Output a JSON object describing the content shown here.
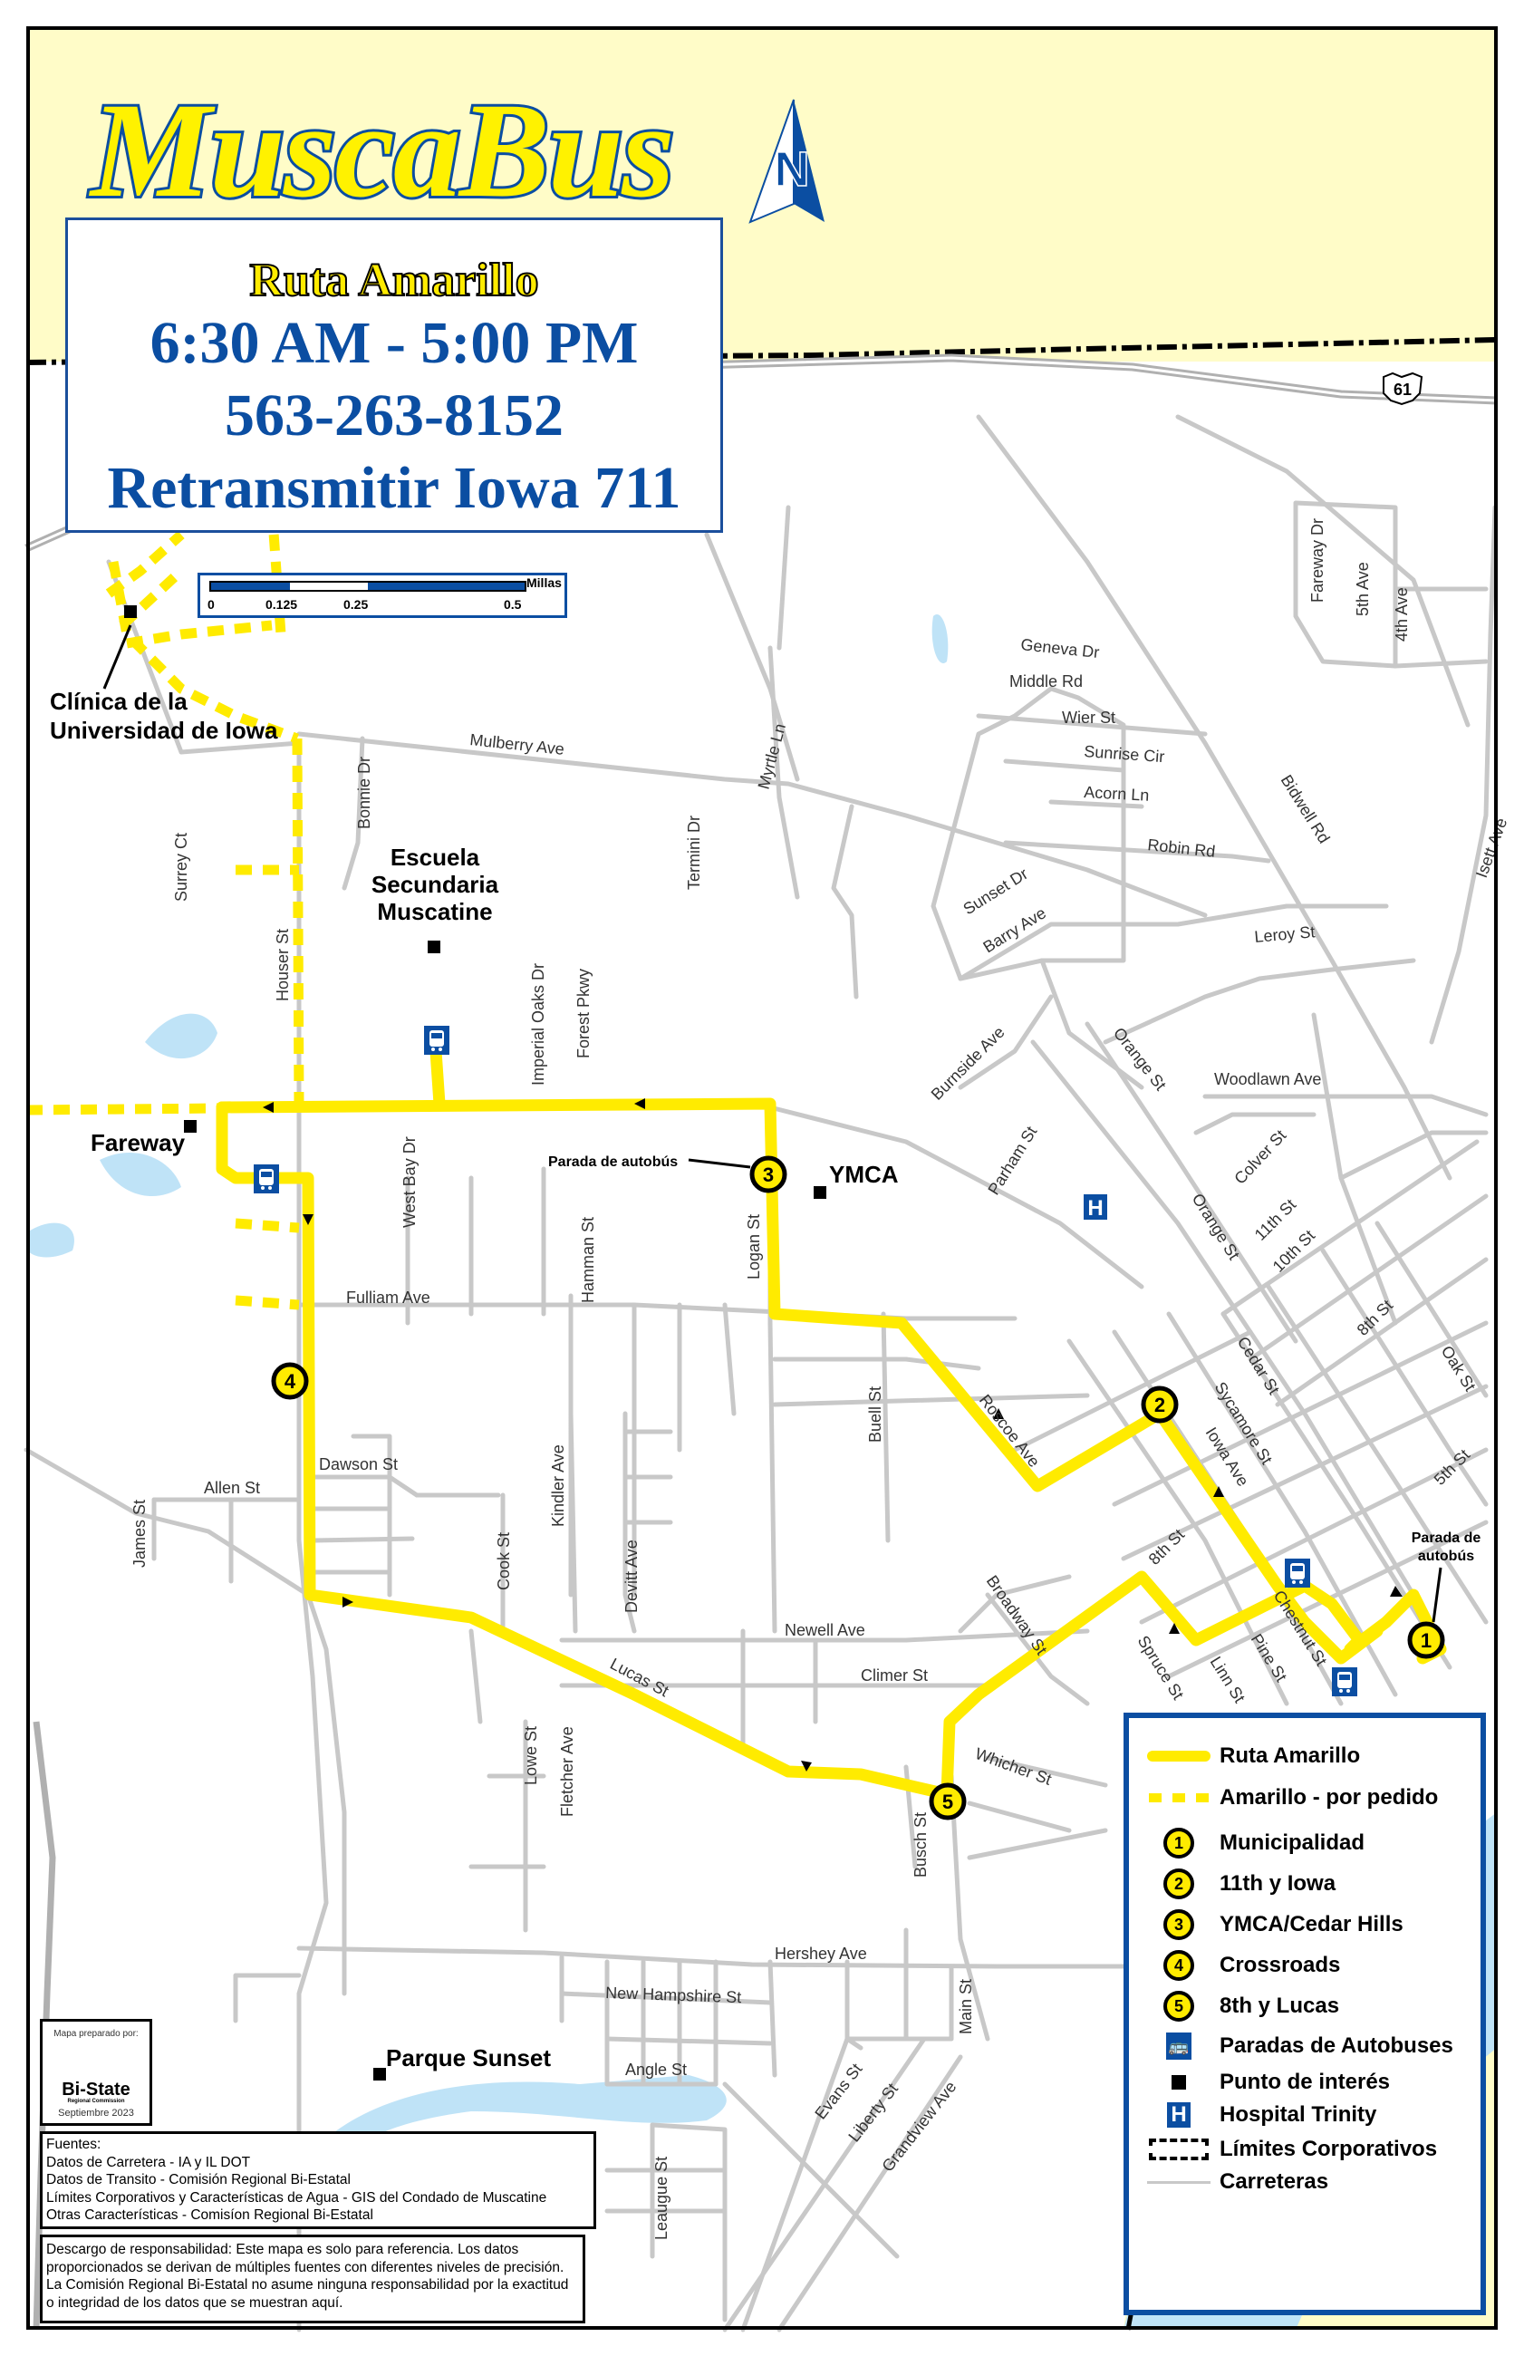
{
  "header": {
    "logo": "MuscaBus",
    "route_name": "Ruta Amarillo",
    "hours": "6:30 AM - 5:00 PM",
    "phone": "563-263-8152",
    "relay": "Retransmitir Iowa 711"
  },
  "north_arrow": {
    "label": "N"
  },
  "scale_bar": {
    "unit": "Millas",
    "ticks": [
      "0",
      "0.125",
      "0.25",
      "0.5"
    ]
  },
  "highway_shield": {
    "number": "61"
  },
  "points_of_interest": [
    {
      "name": "Clínica de la Universidad de Iowa",
      "line1": "Clínica de la",
      "line2": "Universidad de Iowa"
    },
    {
      "name": "Escuela Secundaria Muscatine",
      "line1": "Escuela",
      "line2": "Secundaria",
      "line3": "Muscatine"
    },
    {
      "name": "Fareway"
    },
    {
      "name": "YMCA"
    },
    {
      "name": "Parque Sunset"
    }
  ],
  "callouts": {
    "stop3": "Parada de autobús",
    "stop1_line1": "Parada de",
    "stop1_line2": "autobús"
  },
  "stops": [
    {
      "number": "1",
      "name": "Municipalidad"
    },
    {
      "number": "2",
      "name": "11th y Iowa"
    },
    {
      "number": "3",
      "name": "YMCA/Cedar Hills"
    },
    {
      "number": "4",
      "name": "Crossroads"
    },
    {
      "number": "5",
      "name": "8th y Lucas"
    }
  ],
  "streets": {
    "mulberry": "Mulberry Ave",
    "bonnie": "Bonnie Dr",
    "surrey": "Surrey Ct",
    "houser": "Houser St",
    "termini": "Termini Dr",
    "myrtle": "Myrtle Ln",
    "imperial": "Imperial Oaks Dr",
    "forest": "Forest Pkwy",
    "westbay": "West Bay Dr",
    "hamman": "Hamman St",
    "logan": "Logan St",
    "fulliam": "Fulliam Ave",
    "dawson": "Dawson St",
    "allen": "Allen St",
    "james": "James St",
    "cook": "Cook St",
    "kindler": "Kindler Ave",
    "devitt": "Devitt Ave",
    "newell": "Newell Ave",
    "climer": "Climer St",
    "lucas": "Lucas St",
    "lowe": "Lowe St",
    "fletcher": "Fletcher Ave",
    "busch": "Busch St",
    "whicher": "Whicher St",
    "broadway": "Broadway St",
    "buell": "Buell St",
    "roscoe": "Roscoe Ave",
    "geneva": "Geneva Dr",
    "middle": "Middle Rd",
    "wier": "Wier St",
    "sunrise": "Sunrise Cir",
    "acorn": "Acorn Ln",
    "robin": "Robin Rd",
    "sunset": "Sunset Dr",
    "barry": "Barry Ave",
    "leroy": "Leroy St",
    "bidwell": "Bidwell Rd",
    "isett": "Isett Ave",
    "fareway_dr": "Fareway Dr",
    "fifth_ave": "5th Ave",
    "fourth_ave": "4th Ave",
    "burnside": "Burnside Ave",
    "orange1": "Orange St",
    "orange2": "Orange St",
    "woodlawn": "Woodlawn Ave",
    "parham": "Parham St",
    "colver": "Colver St",
    "eleventh": "11th St",
    "tenth": "10th St",
    "eighth_n": "8th St",
    "oak": "Oak St",
    "cedar": "Cedar St",
    "sycamore": "Sycamore St",
    "iowa": "Iowa Ave",
    "fifth_st": "5th St",
    "eighth": "8th St",
    "chestnut": "Chestnut St",
    "pine": "Pine St",
    "linn": "Linn St",
    "spruce": "Spruce St",
    "hershey": "Hershey Ave",
    "newhampshire": "New Hampshire St",
    "angle": "Angle St",
    "evans": "Evans St",
    "liberty": "Liberty St",
    "grandview": "Grandview Ave",
    "main": "Main St",
    "league": "Leaugue St"
  },
  "legend": {
    "items": [
      {
        "type": "route-line",
        "label": "Ruta Amarillo"
      },
      {
        "type": "ondemand-line",
        "label": "Amarillo - por pedido"
      },
      {
        "type": "stop",
        "number": "1",
        "label": "Municipalidad"
      },
      {
        "type": "stop",
        "number": "2",
        "label": "11th y Iowa"
      },
      {
        "type": "stop",
        "number": "3",
        "label": "YMCA/Cedar Hills"
      },
      {
        "type": "stop",
        "number": "4",
        "label": "Crossroads"
      },
      {
        "type": "stop",
        "number": "5",
        "label": "8th y Lucas"
      },
      {
        "type": "bus-stop",
        "label": "Paradas de Autobuses"
      },
      {
        "type": "poi",
        "label": "Punto de interés"
      },
      {
        "type": "hospital",
        "icon": "H",
        "label": "Hospital Trinity"
      },
      {
        "type": "boundary",
        "label": "Límites Corporativos"
      },
      {
        "type": "road",
        "label": "Carreteras"
      }
    ]
  },
  "credit": {
    "prepared_by": "Mapa preparado por:",
    "org": "Bi-State",
    "org_sub": "Regional Commission",
    "date": "Septiembre 2023"
  },
  "sources": {
    "title": "Fuentes:",
    "lines": [
      "Datos de Carretera - IA y IL DOT",
      "Datos de Transito - Comisión Regional Bi-Estatal",
      "Límites Corporativos y Características de Agua - GIS del Condado de Muscatine",
      "Otras Características - Comisíon Regional Bi-Estatal"
    ]
  },
  "disclaimer": {
    "text": "Descargo de responsabilidad: Este mapa es solo para referencia. Los datos proporcionados se derivan de múltiples fuentes con diferentes niveles de precisión. La Comisión Regional Bi-Estatal no asume ninguna responsabilidad por la exactitud o integridad de los datos que se muestran aquí."
  },
  "colors": {
    "route_yellow": "#ffeb00",
    "brand_blue": "#0b4ea2",
    "outside_area": "#fffcc8",
    "water": "#bfe3f7",
    "road_gray": "#c8c8c8"
  }
}
